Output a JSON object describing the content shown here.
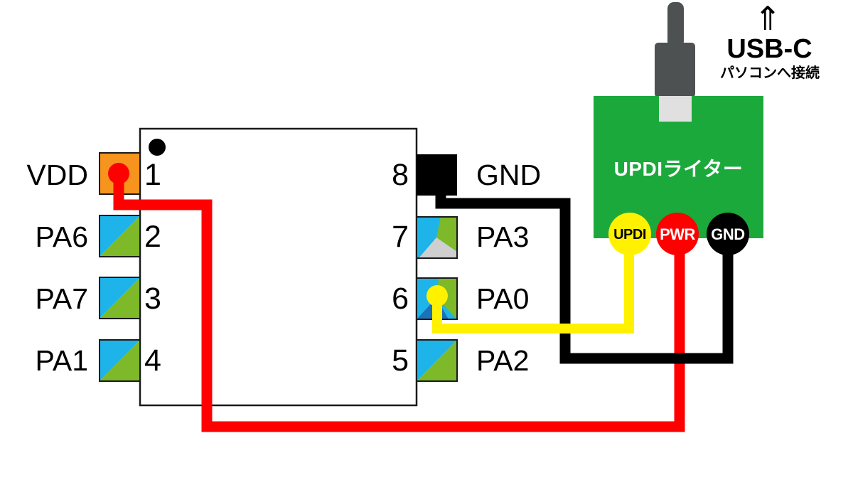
{
  "chip": {
    "pin1_indicator": "dot",
    "left_pins": [
      {
        "number": "1",
        "name": "VDD",
        "pad_type": "power"
      },
      {
        "number": "2",
        "name": "PA6",
        "pad_type": "io"
      },
      {
        "number": "3",
        "name": "PA7",
        "pad_type": "io"
      },
      {
        "number": "4",
        "name": "PA1",
        "pad_type": "io"
      }
    ],
    "right_pins": [
      {
        "number": "8",
        "name": "GND",
        "pad_type": "ground"
      },
      {
        "number": "7",
        "name": "PA3",
        "pad_type": "io_alt"
      },
      {
        "number": "6",
        "name": "PA0",
        "pad_type": "io_updi"
      },
      {
        "number": "5",
        "name": "PA2",
        "pad_type": "io"
      }
    ]
  },
  "writer": {
    "title": "UPDIライター",
    "pins": [
      {
        "label": "UPDI",
        "color": "#FFF100",
        "text_color": "#000000"
      },
      {
        "label": "PWR",
        "color": "#FF0000",
        "text_color": "#FFFFFF"
      },
      {
        "label": "GND",
        "color": "#000000",
        "text_color": "#FFFFFF"
      }
    ]
  },
  "usb": {
    "arrow": "⇑",
    "label": "USB-C",
    "sublabel": "パソコンへ接続"
  },
  "wires": {
    "power": {
      "color": "#FF0000",
      "from": "pin 1 VDD",
      "to": "PWR"
    },
    "ground": {
      "color": "#000000",
      "from": "pin 8 GND",
      "to": "GND"
    },
    "updi": {
      "color": "#FFF100",
      "from": "pin 6 PA0",
      "to": "UPDI"
    }
  },
  "colors": {
    "pad_orange": "#F7941E",
    "pad_cyan": "#1EB4E9",
    "pad_green": "#7DB928",
    "pad_gray": "#CFCFCF",
    "pad_blue": "#1D71B8",
    "board_green": "#1CA93C",
    "usb_dark": "#4D5152",
    "usb_light": "#E0E0E0"
  }
}
